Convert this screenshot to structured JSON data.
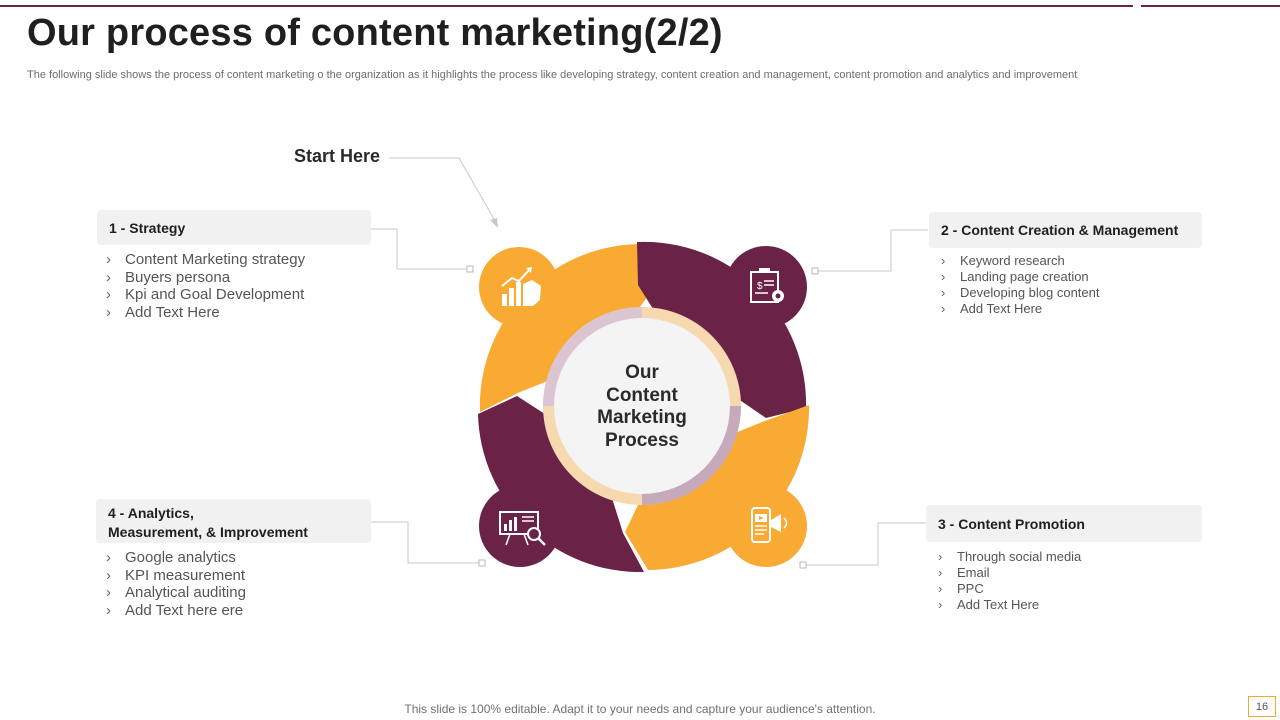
{
  "slide": {
    "title": "Our process of content marketing(2/2)",
    "subtitle": "The following slide shows the process of content marketing o the organization as it highlights the process like developing strategy, content creation and management, content promotion and analytics and improvement",
    "start_label": "Start Here",
    "footer": "This slide is 100% editable. Adapt it to your needs and capture your audience's attention.",
    "page_number": "16"
  },
  "center": {
    "lines": [
      "Our",
      "Content",
      "Marketing",
      "Process"
    ]
  },
  "steps": [
    {
      "title": "1 - Strategy",
      "icon": "growth-chart-icon",
      "color": "#f8aa33",
      "items": [
        "Content Marketing  strategy",
        "Buyers persona",
        "Kpi and Goal Development",
        "Add Text Here"
      ]
    },
    {
      "title": "2 - Content Creation & Management",
      "icon": "document-gear-icon",
      "color": "#6a2347",
      "items": [
        "Keyword research",
        "Landing  page  creation",
        "Developing  blog content",
        "Add Text Here"
      ]
    },
    {
      "title": "3 - Content Promotion",
      "icon": "megaphone-phone-icon",
      "color": "#f8aa33",
      "items": [
        "Through  social media",
        "Email",
        "PPC",
        "Add Text Here"
      ]
    },
    {
      "title_lines": [
        "4 - Analytics,",
        "Measurement, & Improvement"
      ],
      "icon": "analytics-board-icon",
      "color": "#6a2347",
      "items": [
        "Google analytics",
        "KPI measurement",
        "Analytical auditing",
        "Add Text here ere"
      ]
    }
  ],
  "bullet_glyph": "›",
  "colors": {
    "accent_orange": "#f8aa33",
    "accent_plum": "#6a2347",
    "rule": "#6b2347"
  }
}
